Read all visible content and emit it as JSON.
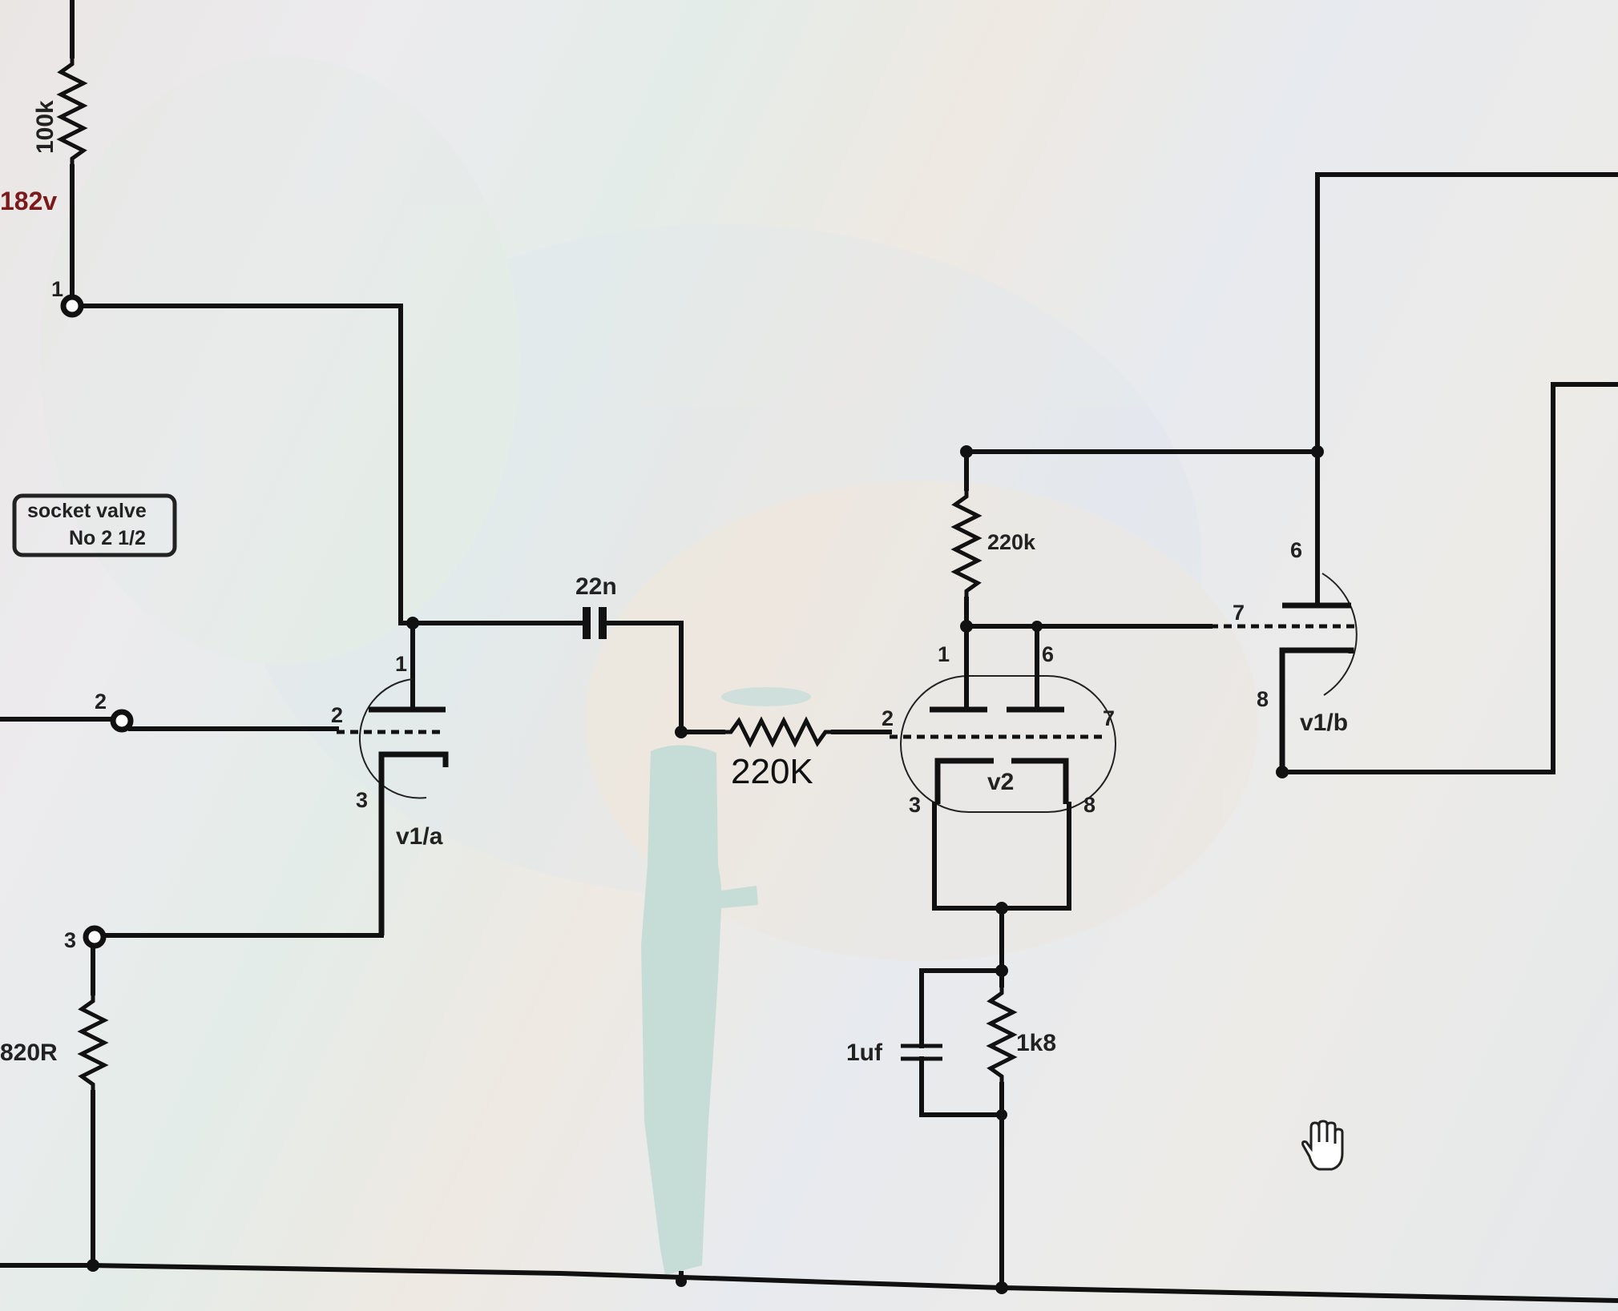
{
  "schematic": {
    "resistors": {
      "r_100k": "100k",
      "r_220k_plate": "220k",
      "r_220K_grid": "220K",
      "r_820R": "820R",
      "r_1k8": "1k8"
    },
    "capacitors": {
      "c_22n": "22n",
      "c_1uf": "1uf"
    },
    "voltage": "182v",
    "socket_note": {
      "line1": "socket valve",
      "line2": "No 2  1/2"
    },
    "valves": {
      "v1a": "v1/a",
      "v1b": "v1/b",
      "v2": "v2"
    },
    "pins": {
      "term1": "1",
      "term2": "2",
      "term3": "3",
      "v1a_plate": "1",
      "v1a_grid": "2",
      "v1a_cathode": "3",
      "v2_p1": "1",
      "v2_p6": "6",
      "v2_g2": "2",
      "v2_g7": "7",
      "v2_k3": "3",
      "v2_k8": "8",
      "v1b_p6": "6",
      "v1b_g7": "7",
      "v1b_k8": "8"
    }
  },
  "colors": {
    "ink": "#111111",
    "voltage_label": "#7a1a1a",
    "background": "#e9e8e8"
  },
  "cursor_icon": "hand-cursor-icon"
}
